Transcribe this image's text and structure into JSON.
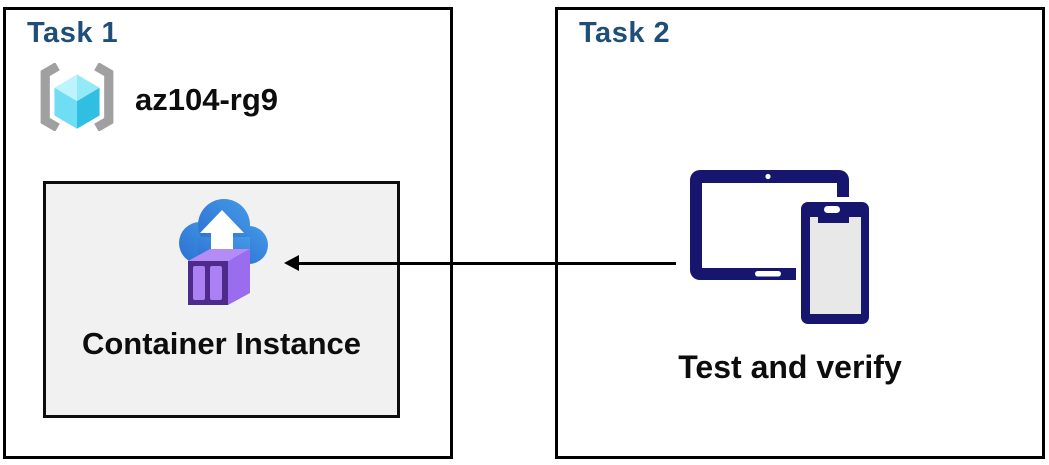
{
  "diagram": {
    "type": "azure-task-diagram",
    "background": "#FFFFFF"
  },
  "colors": {
    "task_title_blue": "#1F4E79",
    "box_border_black": "#000000",
    "ci_box_background": "#F1F1F1",
    "device_navy": "#16166E",
    "cloud_blue_dark": "#2A6FD0",
    "cloud_blue_light": "#459AE8",
    "container_purple_frame": "#4E2B8A",
    "container_purple_panel": "#AA80F2",
    "container_purple_side": "#9A6CEE",
    "container_purple_top": "#B38DF5",
    "cube_cyan_top": "#A9EEF9",
    "cube_cyan_left": "#6FDEF4",
    "cube_cyan_right": "#30BFE3",
    "bracket_gray": "#A0A0A0",
    "text_black": "#0D0D0D"
  },
  "task1": {
    "title": "Task 1",
    "resource_group": {
      "icon": "resource-group-icon",
      "name": "az104-rg9"
    },
    "container_instance": {
      "icon": "container-instance-icon",
      "label": "Container Instance"
    }
  },
  "task2": {
    "title": "Task 2",
    "devices": {
      "icon": "devices-icon",
      "label": "Test and verify"
    }
  },
  "arrow": {
    "direction": "left",
    "from": "task2-devices",
    "to": "task1-container-instance"
  }
}
